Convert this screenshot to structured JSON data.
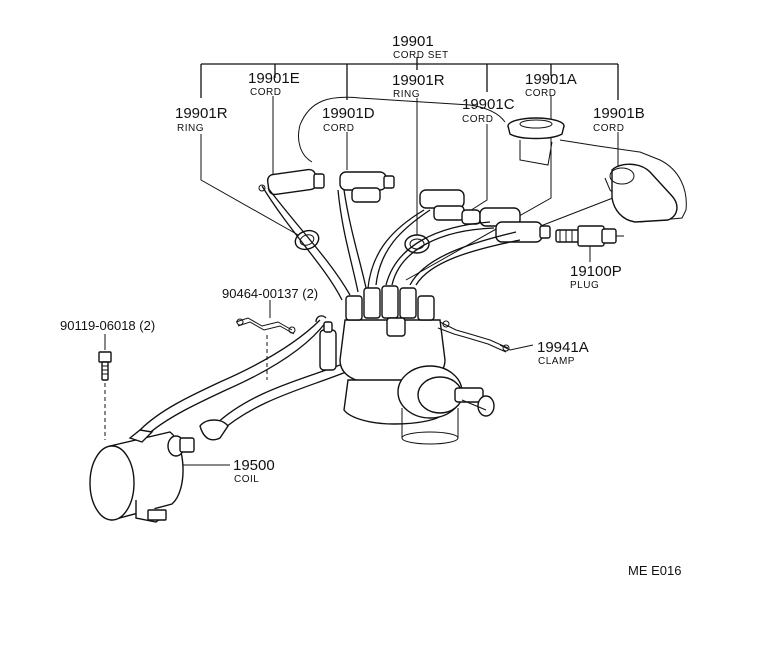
{
  "diagram": {
    "reference_code": "ME  E016",
    "parts": {
      "cord_set": {
        "number": "19901",
        "name": "CORD SET"
      },
      "ring_left": {
        "number": "19901R",
        "name": "RING"
      },
      "cord_e": {
        "number": "19901E",
        "name": "CORD"
      },
      "cord_d": {
        "number": "19901D",
        "name": "CORD"
      },
      "ring_center": {
        "number": "19901R",
        "name": "RING"
      },
      "cord_c": {
        "number": "19901C",
        "name": "CORD"
      },
      "cord_a": {
        "number": "19901A",
        "name": "CORD"
      },
      "cord_b": {
        "number": "19901B",
        "name": "CORD"
      },
      "plug": {
        "number": "19100P",
        "name": "PLUG"
      },
      "clamp_upper": {
        "number": "90464-00137 (2)"
      },
      "bolt": {
        "number": "90119-06018 (2)"
      },
      "clamp_right": {
        "number": "19941A",
        "name": "CLAMP"
      },
      "coil": {
        "number": "19500",
        "name": "COIL"
      }
    }
  }
}
